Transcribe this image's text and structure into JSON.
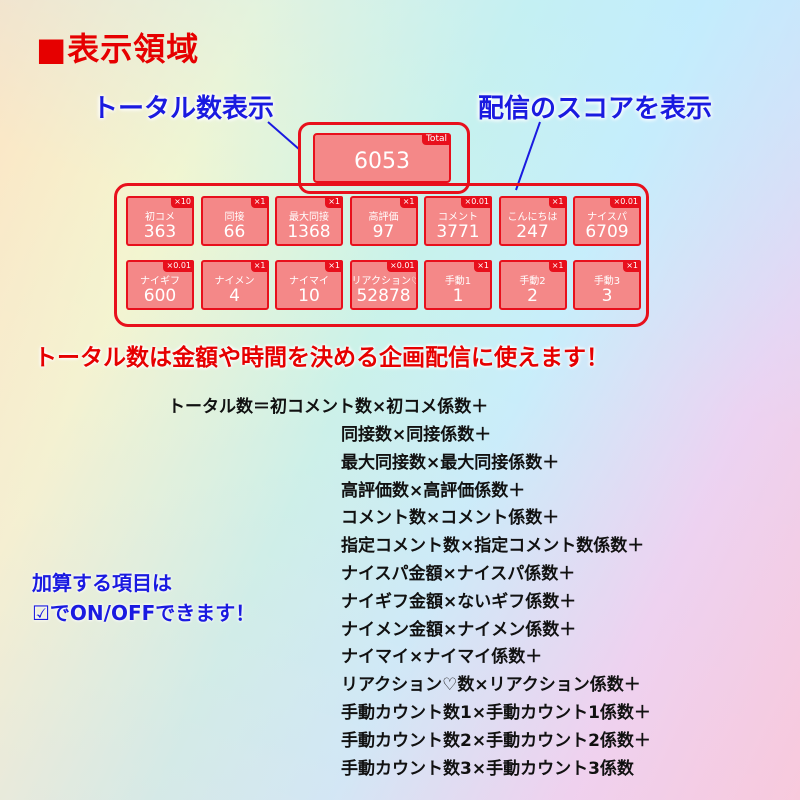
{
  "heading": "■表示領域",
  "callouts": {
    "total": "トータル数表示",
    "score": "配信のスコアを表示"
  },
  "total": {
    "tag": "Total",
    "value": "6053"
  },
  "tiles": [
    {
      "label": "初コメ",
      "multiplier": "×10",
      "value": "363"
    },
    {
      "label": "同接",
      "multiplier": "×1",
      "value": "66"
    },
    {
      "label": "最大同接",
      "multiplier": "×1",
      "value": "1368"
    },
    {
      "label": "高評価",
      "multiplier": "×1",
      "value": "97"
    },
    {
      "label": "コメント",
      "multiplier": "×0.01",
      "value": "3771"
    },
    {
      "label": "こんにちは",
      "multiplier": "×1",
      "value": "247"
    },
    {
      "label": "ナイスパ",
      "multiplier": "×0.01",
      "value": "6709"
    },
    {
      "label": "ナイギフ",
      "multiplier": "×0.01",
      "value": "600"
    },
    {
      "label": "ナイメン",
      "multiplier": "×1",
      "value": "4"
    },
    {
      "label": "ナイマイ",
      "multiplier": "×1",
      "value": "10"
    },
    {
      "label": "リアクション♡",
      "multiplier": "×0.01",
      "value": "52878"
    },
    {
      "label": "手動1",
      "multiplier": "×1",
      "value": "1"
    },
    {
      "label": "手動2",
      "multiplier": "×1",
      "value": "2"
    },
    {
      "label": "手動3",
      "multiplier": "×1",
      "value": "3"
    }
  ],
  "headline": "トータル数は金額や時間を決める企画配信に使えます！",
  "formula": {
    "head": "トータル数＝初コメント数×初コメ係数＋",
    "lines": [
      "同接数×同接係数＋",
      "最大同接数×最大同接係数＋",
      "高評価数×高評価係数＋",
      "コメント数×コメント係数＋",
      "指定コメント数×指定コメント数係数＋",
      "ナイスパ金額×ナイスパ係数＋",
      "ナイギフ金額×ないギフ係数＋",
      "ナイメン金額×ナイメン係数＋",
      "ナイマイ×ナイマイ係数＋",
      "リアクション♡数×リアクション係数＋",
      "手動カウント数1×手動カウント1係数＋",
      "手動カウント数2×手動カウント2係数＋",
      "手動カウント数3×手動カウント3係数"
    ]
  },
  "note": {
    "line1": "加算する項目は",
    "line2": "☑でON/OFFできます！"
  },
  "colors": {
    "accent_red": "#e8101c",
    "tile_fill": "#f48888",
    "callout_blue": "#1a1ae0"
  }
}
